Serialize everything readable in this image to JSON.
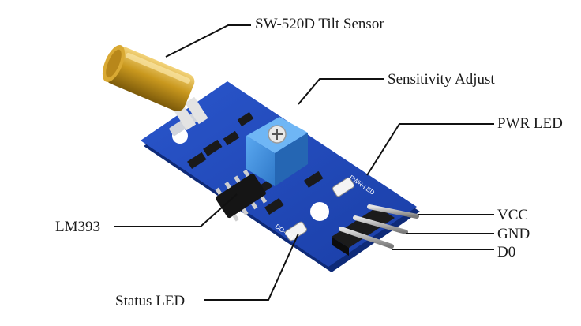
{
  "diagram": {
    "labels": {
      "sensor": "SW-520D Tilt Sensor",
      "sensitivity": "Sensitivity Adjust",
      "pwr_led": "PWR LED",
      "vcc": "VCC",
      "gnd": "GND",
      "d0": "D0",
      "lm393": "LM393",
      "status_led": "Status LED"
    },
    "silkscreen": {
      "pwr": "PWR-LED",
      "do": "DO-LED"
    }
  },
  "colors": {
    "board": "#1f47b8",
    "pot": "#3f8fe0",
    "tilt_sensor": "#c9981e",
    "pins": "#9e9e9e",
    "header": "#1b1b1b",
    "leader": "#111111"
  }
}
